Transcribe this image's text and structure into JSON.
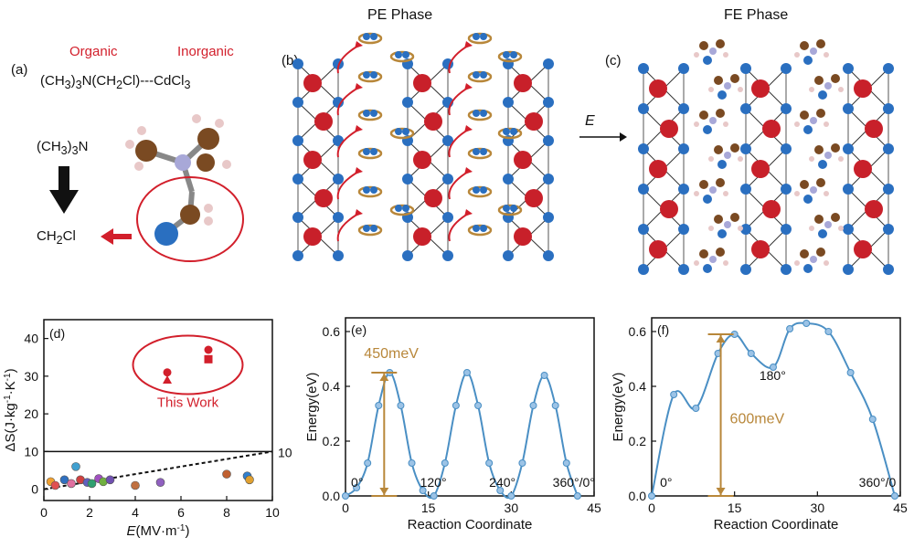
{
  "panel_a": {
    "letter": "(a)",
    "organic": "Organic",
    "inorganic": "Inorganic",
    "formula_html": "(CH<sub>3</sub>)<sub>3</sub>N(CH<sub>2</sub>Cl)---CdCl<sub>3</sub>",
    "group_top_html": "(CH<sub>3</sub>)<sub>3</sub>N",
    "group_bottom_html": "CH<sub>2</sub>Cl"
  },
  "panel_b": {
    "letter": "(b)",
    "title": "PE Phase"
  },
  "panel_c": {
    "letter": "(c)",
    "title": "FE Phase"
  },
  "field_arrow_label": "E",
  "colors": {
    "red_accent": "#d21f2b",
    "gold_accent": "#b8873a",
    "curve_blue": "#4a8fc4",
    "cd_red": "#c8202a",
    "cl_blue": "#2a6fc0",
    "carbon_brown": "#7a4a22",
    "nitrogen": "#a8a8d8",
    "hydrogen": "#e8c8c8"
  },
  "chart_data": [
    {
      "panel": "(d)",
      "type": "scatter",
      "xlabel_html": "<tspan font-style='italic'>E</tspan>(MV·m<tspan baseline-shift='super' font-size='10'>-1</tspan>)",
      "ylabel_html": "ΔS(J·kg<tspan baseline-shift='super' font-size='10'>-1</tspan>·K<tspan baseline-shift='super' font-size='10'>-1</tspan>)",
      "xlim": [
        0,
        10
      ],
      "ylim": [
        -3,
        45
      ],
      "xticks": [
        0,
        2,
        4,
        6,
        8,
        10
      ],
      "yticks": [
        0,
        10,
        20,
        30,
        40
      ],
      "hline_y": 10,
      "right_annotation": "10",
      "this_work_label": "This Work",
      "this_work_points": [
        {
          "x": 5.4,
          "y": 31,
          "marker": "circle"
        },
        {
          "x": 5.4,
          "y": 29,
          "marker": "triangle"
        },
        {
          "x": 7.2,
          "y": 37,
          "marker": "circle"
        },
        {
          "x": 7.2,
          "y": 34.5,
          "marker": "square"
        }
      ],
      "other_points": [
        {
          "x": 0.3,
          "y": 2.0,
          "color": "#f0a030"
        },
        {
          "x": 0.5,
          "y": 1.0,
          "color": "#e05050"
        },
        {
          "x": 0.9,
          "y": 2.5,
          "color": "#3070c0"
        },
        {
          "x": 1.2,
          "y": 1.5,
          "color": "#e070a0"
        },
        {
          "x": 1.4,
          "y": 6.0,
          "color": "#40a0d0"
        },
        {
          "x": 1.6,
          "y": 2.5,
          "color": "#d04040"
        },
        {
          "x": 1.9,
          "y": 1.8,
          "color": "#6060c0"
        },
        {
          "x": 2.1,
          "y": 1.5,
          "color": "#30a070"
        },
        {
          "x": 2.4,
          "y": 2.8,
          "color": "#a050c0"
        },
        {
          "x": 2.6,
          "y": 2.0,
          "color": "#70b040"
        },
        {
          "x": 2.9,
          "y": 2.5,
          "color": "#7050b0"
        },
        {
          "x": 4.0,
          "y": 1.0,
          "color": "#c07040"
        },
        {
          "x": 5.1,
          "y": 1.8,
          "color": "#9060c0"
        },
        {
          "x": 8.0,
          "y": 4.0,
          "color": "#c06030"
        },
        {
          "x": 8.9,
          "y": 3.5,
          "color": "#3080d0"
        },
        {
          "x": 9.0,
          "y": 2.5,
          "color": "#e0a030"
        }
      ],
      "trend_line": {
        "x": [
          0,
          10
        ],
        "y": [
          0,
          10
        ]
      }
    },
    {
      "panel": "(e)",
      "type": "line",
      "xlabel": "Reaction Coordinate",
      "ylabel": "Energy(eV)",
      "xlim": [
        0,
        45
      ],
      "ylim": [
        0,
        0.65
      ],
      "xticks": [
        0,
        15,
        30,
        45
      ],
      "yticks": [
        0.0,
        0.2,
        0.4,
        0.6
      ],
      "x": [
        0,
        2,
        4,
        6,
        8,
        10,
        12,
        14,
        16,
        18,
        20,
        22,
        24,
        26,
        28,
        30,
        32,
        34,
        36,
        38,
        40,
        42
      ],
      "y": [
        0.0,
        0.03,
        0.12,
        0.33,
        0.45,
        0.33,
        0.12,
        0.02,
        0.0,
        0.12,
        0.33,
        0.45,
        0.33,
        0.12,
        0.02,
        0.0,
        0.12,
        0.33,
        0.44,
        0.33,
        0.12,
        0.0
      ],
      "barrier_label": "450meV",
      "barrier_x": 7,
      "barrier_from": 0.0,
      "barrier_to": 0.45,
      "angle_labels": [
        {
          "text": "0°",
          "x": 1.0
        },
        {
          "text": "120°",
          "x": 13.5
        },
        {
          "text": "240°",
          "x": 26.0
        },
        {
          "text": "360°/0°",
          "x": 37.5
        }
      ]
    },
    {
      "panel": "(f)",
      "type": "line",
      "xlabel": "Reaction Coordinate",
      "ylabel": "Energy(eV)",
      "xlim": [
        0,
        45
      ],
      "ylim": [
        0,
        0.65
      ],
      "xticks": [
        0,
        15,
        30,
        45
      ],
      "yticks": [
        0.0,
        0.2,
        0.4,
        0.6
      ],
      "x": [
        0,
        4,
        8,
        12,
        15,
        18,
        22,
        25,
        28,
        32,
        36,
        40,
        44
      ],
      "y": [
        0.0,
        0.37,
        0.32,
        0.52,
        0.59,
        0.52,
        0.47,
        0.61,
        0.63,
        0.6,
        0.45,
        0.28,
        0.0
      ],
      "barrier_label": "600meV",
      "barrier_x": 12.5,
      "barrier_from": 0.0,
      "barrier_to": 0.59,
      "angle_labels": [
        {
          "text": "0°",
          "x": 1.5,
          "y": 0.02
        },
        {
          "text": "180°",
          "x": 19.5,
          "y": 0.41
        },
        {
          "text": "360°/0",
          "x": 37.5,
          "y": 0.02
        }
      ]
    }
  ]
}
